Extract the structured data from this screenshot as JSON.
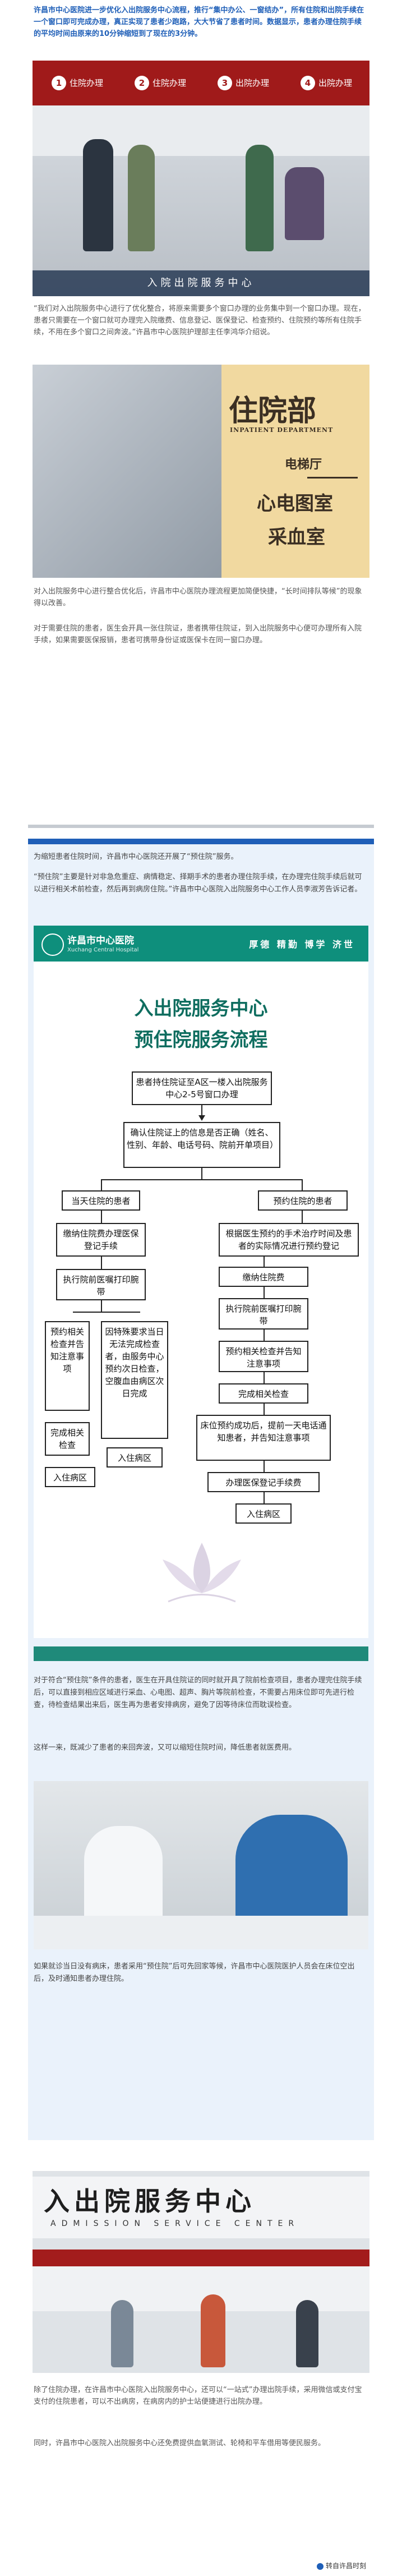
{
  "intro": {
    "text": "许昌市中心医院进一步优化入出院服务中心流程，推行“集中办公、一窗结办”，所有住院和出院手续在一个窗口即可完成办理，真正实现了患者少跑路，大大节省了患者时间。数据显示，患者办理住院手续的平均时间由原来的10分钟缩短到了现在的3分钟。"
  },
  "photo1": {
    "steps": [
      {
        "num": "1",
        "label": "住院办理"
      },
      {
        "num": "2",
        "label": "住院办理"
      },
      {
        "num": "3",
        "label": "出院办理"
      },
      {
        "num": "4",
        "label": "出院办理"
      }
    ],
    "caption": "入院出院服务中心"
  },
  "para2": "“我们对入出院服务中心进行了优化整合，将原来需要多个窗口办理的业务集中到一个窗口办理。现在，患者只需要在一个窗口就可办理完入院缴费、信息登记、医保登记、检查预约、住院预约等所有住院手续，不用在多个窗口之间奔波。”许昌市中心医院护理部主任李鸿华介绍说。",
  "photo2": {
    "dept": "住院部",
    "dept_en": "INPATIENT DEPARTMENT",
    "elevator": "电梯厅",
    "rooms": [
      "心电图室",
      "采血室"
    ]
  },
  "para3": "对入出院服务中心进行整合优化后，许昌市中心医院办理流程更加简便快捷，“长时间排队等候”的现象得以改善。",
  "para4": "对于需要住院的患者，医生会开具一张住院证，患者携带住院证，到入出院服务中心便可办理所有入院手续，如果需要医保报销，患者可携带身份证或医保卡在同一窗口办理。",
  "card": {
    "para_a": "为缩短患者住院时间，许昌市中心医院还开展了“预住院”服务。",
    "para_b": "“预住院”主要是针对非急危重症、病情稳定、择期手术的患者办理住院手续，在办理完住院手续后就可以进行相关术前检查，然后再到病房住院。”许昌市中心医院入出院服务中心工作人员李淑芳告诉记者。",
    "flow": {
      "hospital": "许昌市中心医院",
      "hospital_en": "Xuchang Central Hospital",
      "motto": "厚德 精勤 博学 济世",
      "title1": "入出院服务中心",
      "title2": "预住院服务流程",
      "step1": "患者持住院证至A区一楼入出院服务中心2-5号窗口办理",
      "step2": "确认住院证上的信息是否正确（姓名、性别、年龄、电话号码、院前开单项目）",
      "left_a": "当天住院的患者",
      "left_b": "缴纳住院费办理医保登记手续",
      "left_c": "执行院前医嘱打印腕带",
      "left_d1": "预约相关检查并告知注意事项",
      "left_d2": "因特殊要求当日无法完成检查者，由服务中心预约次日检查，空腹血由病区次日完成",
      "left_e": "完成相关检查",
      "left_f": "入住病区",
      "left_g": "入住病区",
      "right_a": "预约住院的患者",
      "right_b": "根据医生预约的手术治疗时间及患者的实际情况进行预约登记",
      "right_c": "缴纳住院费",
      "right_d": "执行院前医嘱打印腕带",
      "right_e": "预约相关检查并告知注意事项",
      "right_f": "完成相关检查",
      "right_g": "床位预约成功后，提前一天电话通知患者，并告知注意事项",
      "right_h": "办理医保登记手续费",
      "right_i": "入住病区"
    },
    "para_c": "对于符合“预住院”条件的患者，医生在开具住院证的同时就开具了院前检查项目，患者办理完住院手续后，可以直接到相应区域进行采血、心电图、超声、胸片等院前检查，不需要占用床位即可先进行检查，待检查结果出来后，医生再为患者安排病房，避免了因等待床位而耽误检查。",
    "para_d": "这样一来，既减少了患者的来回奔波，又可以缩短住院时间，降低患者就医费用。"
  },
  "para5": "如果就诊当日没有病床，患者采用“预住院”后可先回家等候，许昌市中心医院医护人员会在床位空出后，及时通知患者办理住院。",
  "photo4": {
    "title": "入出院服务中心",
    "title_en": "ADMISSION SERVICE CENTER"
  },
  "para6": "除了住院办理，在许昌市中心医院入出院服务中心，还可以“一站式”办理出院手续，采用微信或支付宝支付的住院患者，可以不出病房，在病房内的护士站便捷进行出院办理。",
  "para7": "同时，许昌市中心医院入出院服务中心还免费提供血氧测试、轮椅和平车借用等便民服务。",
  "footer": "转自许昌时刻"
}
